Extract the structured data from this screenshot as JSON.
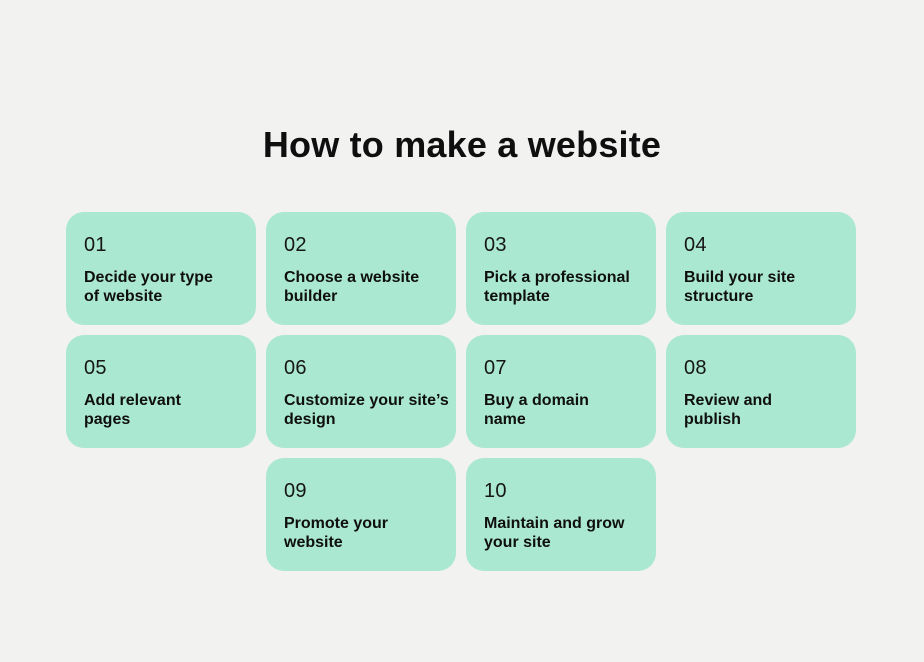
{
  "title": "How to make a website",
  "colors": {
    "background": "#f2f2f1",
    "card": "#aae8d1",
    "text": "#0f0f0f"
  },
  "cards": [
    {
      "number": "01",
      "label": "Decide your type\nof website"
    },
    {
      "number": "02",
      "label": "Choose a website\nbuilder"
    },
    {
      "number": "03",
      "label": "Pick a professional\ntemplate"
    },
    {
      "number": "04",
      "label": "Build your site\nstructure"
    },
    {
      "number": "05",
      "label": "Add relevant\npages"
    },
    {
      "number": "06",
      "label": "Customize your site’s\ndesign"
    },
    {
      "number": "07",
      "label": "Buy a domain\nname"
    },
    {
      "number": "08",
      "label": "Review and\npublish"
    },
    {
      "number": "09",
      "label": "Promote your\nwebsite"
    },
    {
      "number": "10",
      "label": "Maintain and grow\nyour site"
    }
  ]
}
